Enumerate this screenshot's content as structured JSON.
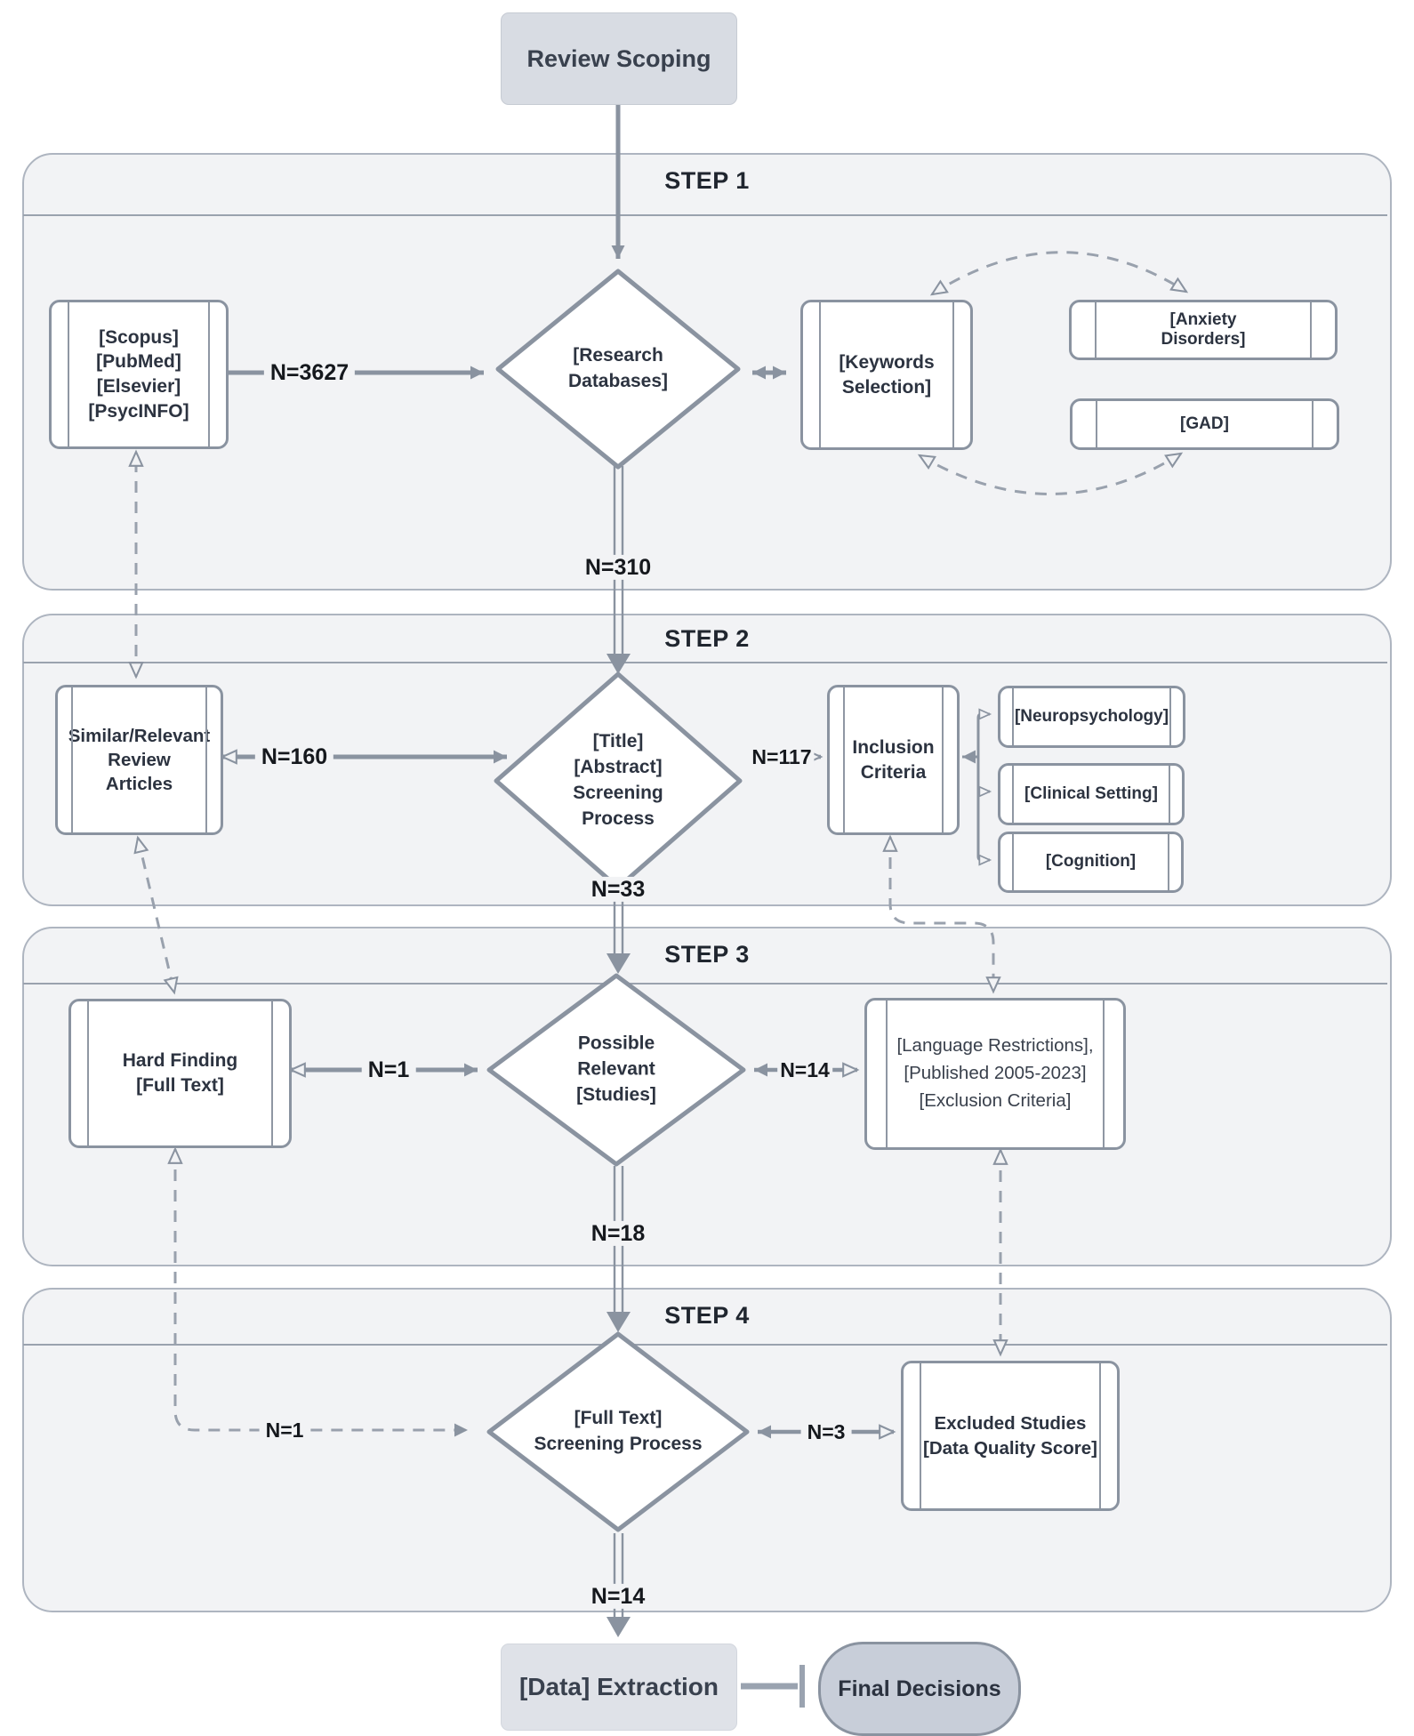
{
  "colors": {
    "accent_gray": "#8a93a0",
    "dashed_gray": "#99a1ad",
    "container_fill": "#f2f3f5",
    "container_border": "#aeb5c0",
    "node_fill": "#ffffff",
    "terminal_fill": "#d8dce3",
    "final_fill": "#c8ced9",
    "text_dark": "#2c3340"
  },
  "scoping": {
    "label": "Review Scoping"
  },
  "step1": {
    "title": "STEP 1",
    "databases": {
      "lines": [
        "[Scopus]",
        "[PubMed]",
        "[Elsevier]",
        "[PsycINFO]"
      ]
    },
    "diamond": {
      "lines": [
        "[Research",
        "Databases]"
      ]
    },
    "keywords": {
      "lines": [
        "[Keywords",
        "Selection]"
      ]
    },
    "anxiety": {
      "lines": [
        "[Anxiety",
        "Disorders]"
      ]
    },
    "gad": {
      "lines": [
        "[GAD]"
      ]
    },
    "n_in": "N=3627",
    "n_out": "N=310"
  },
  "step2": {
    "title": "STEP 2",
    "review_articles": {
      "lines": [
        "Similar/Relevant",
        "Review",
        "Articles"
      ]
    },
    "diamond": {
      "lines": [
        "[Title]",
        "[Abstract]",
        "Screening",
        "Process"
      ]
    },
    "inclusion": {
      "lines": [
        "Inclusion",
        "Criteria"
      ]
    },
    "neuropsychology": "[Neuropsychology]",
    "clinical_setting": "[Clinical Setting]",
    "cognition": "[Cognition]",
    "n_left": "N=160",
    "n_right": "N=117",
    "n_out": "N=33"
  },
  "step3": {
    "title": "STEP 3",
    "hard_finding": {
      "lines": [
        "Hard Finding",
        "[Full Text]"
      ]
    },
    "diamond": {
      "lines": [
        "Possible",
        "Relevant",
        "[Studies]"
      ]
    },
    "exclusion": {
      "lines": [
        "[Language Restrictions],",
        "[Published 2005-2023]",
        "[Exclusion Criteria]"
      ]
    },
    "n_left": "N=1",
    "n_right": "N=14",
    "n_out": "N=18"
  },
  "step4": {
    "title": "STEP 4",
    "diamond": {
      "lines": [
        "[Full Text]",
        "Screening Process"
      ]
    },
    "excluded": {
      "lines": [
        "Excluded Studies",
        "[Data Quality Score]"
      ]
    },
    "n_left": "N=1",
    "n_right": "N=3",
    "n_out": "N=14"
  },
  "bottom": {
    "data_extraction": "[Data] Extraction",
    "final_decisions": "Final Decisions"
  }
}
